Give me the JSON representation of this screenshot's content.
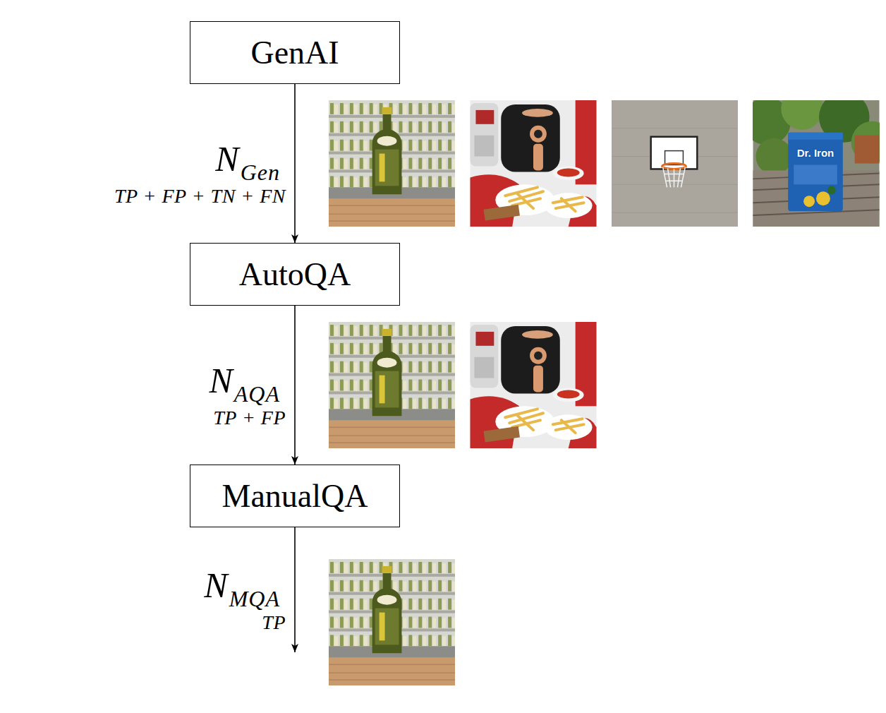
{
  "diagram": {
    "nodes": [
      {
        "text": [
          "GenAI"
        ]
      },
      {
        "text": [
          "AutoQA"
        ]
      },
      {
        "text": [
          "ManualQA"
        ]
      }
    ],
    "edges": [
      {
        "from": 0,
        "to": 1,
        "arrow": "to"
      },
      {
        "from": 1,
        "to": 2,
        "arrow": "to"
      }
    ],
    "labels": [
      "N",
      "Gen",
      "TP + FP + TN + FN",
      "N",
      "AQA",
      "TP + FP",
      "N",
      "MQA",
      "TP",
      "Dr. Iron"
    ]
  }
}
